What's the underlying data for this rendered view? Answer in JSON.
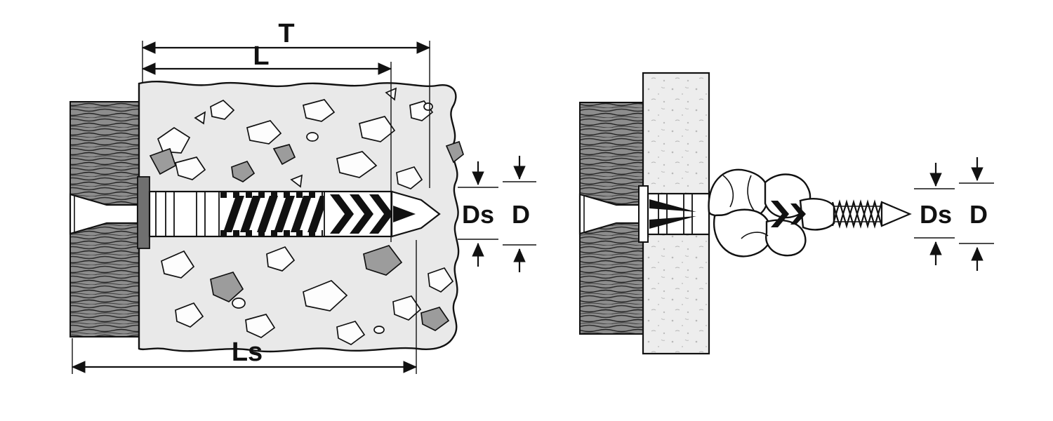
{
  "figure": {
    "left": {
      "t": "T",
      "l": "L",
      "ls": "Ls",
      "ds": "Ds",
      "d": "D"
    },
    "right": {
      "ds": "Ds",
      "d": "D"
    }
  }
}
